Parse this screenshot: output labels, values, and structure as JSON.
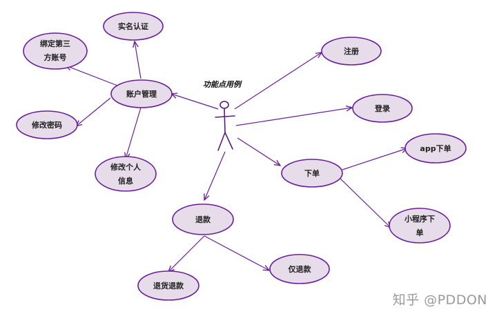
{
  "diagram": {
    "title": "功能点用例",
    "accent_color": "#6a1b9a",
    "fill_color": "#e7dcea",
    "nodes": {
      "account": {
        "lines": [
          "账户管理"
        ]
      },
      "realname": {
        "lines": [
          "实名认证"
        ]
      },
      "bind": {
        "lines": [
          "绑定第三",
          "方账号"
        ]
      },
      "password": {
        "lines": [
          "修改密码"
        ]
      },
      "profile": {
        "lines": [
          "修改个人",
          "信息"
        ]
      },
      "register": {
        "lines": [
          "注册"
        ]
      },
      "login": {
        "lines": [
          "登录"
        ]
      },
      "order": {
        "lines": [
          "下单"
        ]
      },
      "app_order": {
        "lines": [
          "app下单"
        ]
      },
      "mini_order": {
        "lines": [
          "小程序下",
          "单"
        ]
      },
      "refund": {
        "lines": [
          "退款"
        ]
      },
      "return_refund": {
        "lines": [
          "退货退款"
        ]
      },
      "refund_only": {
        "lines": [
          "仅退款"
        ]
      }
    }
  },
  "watermark": "知乎 @PDDON"
}
